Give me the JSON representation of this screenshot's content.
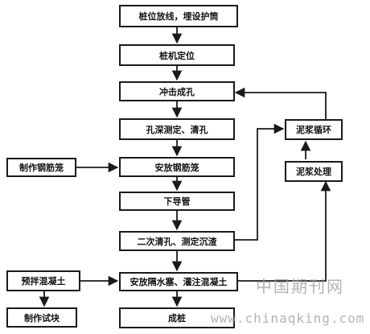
{
  "nodes": {
    "n1": "桩位放线，埋设护筒",
    "n2": "桩机定位",
    "n3": "冲击成孔",
    "n4": "孔深测定、清孔",
    "n5": "安放钢筋笼",
    "n6": "下导管",
    "n7": "二次清孔、测定沉渣",
    "n8": "安放隔水塞、灌注混凝土",
    "n9": "成桩",
    "side_rebar": "制作钢筋笼",
    "side_concrete": "预拌混凝土",
    "side_sample": "制作试块",
    "mud_circ": "泥浆循环",
    "mud_treat": "泥浆处理"
  },
  "watermark": {
    "cn": "中国期刊网",
    "url": "www.chinaqking.com"
  }
}
